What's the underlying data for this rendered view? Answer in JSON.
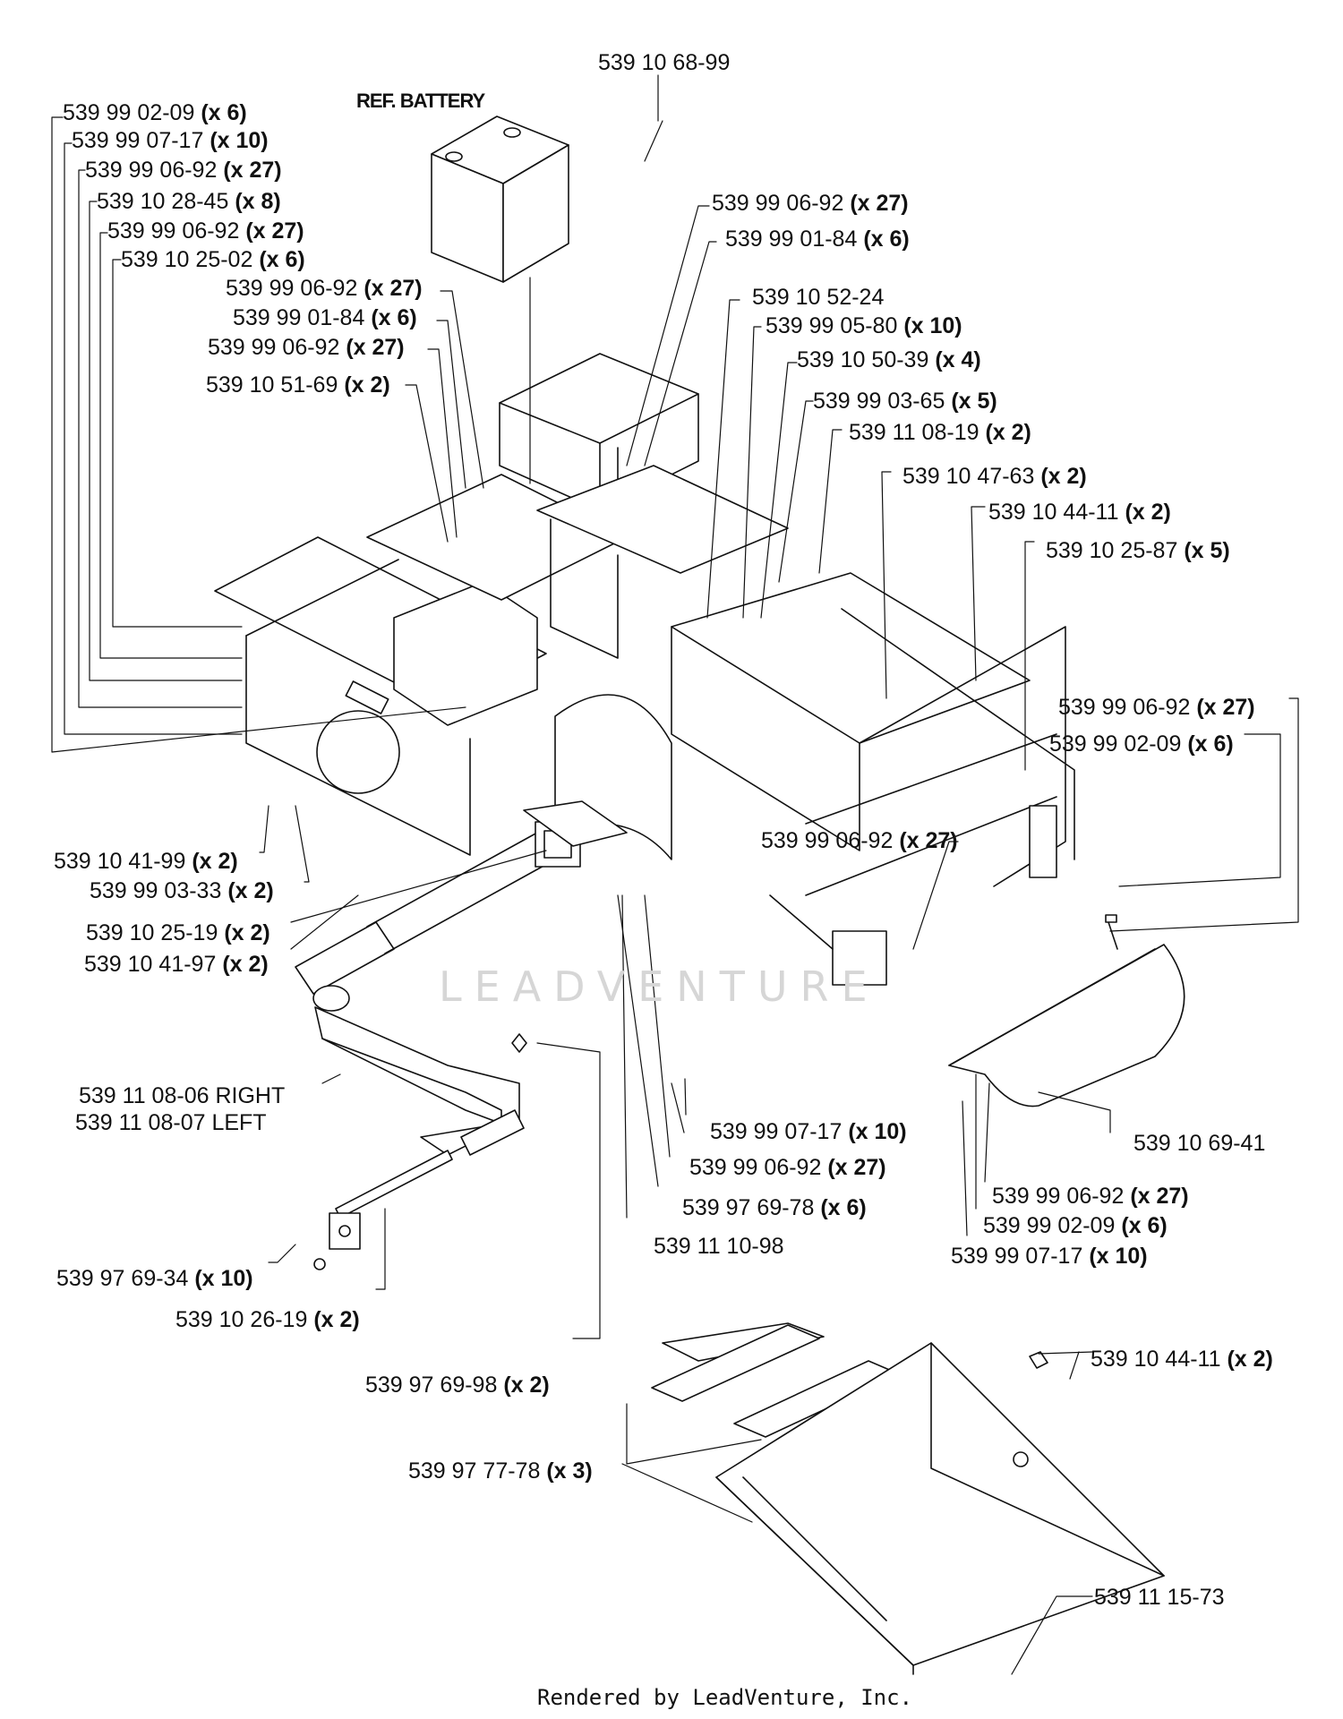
{
  "reference": "REF. BATTERY",
  "watermark": "LEADVENTURE",
  "footer": "Rendered by LeadVenture, Inc.",
  "labels": [
    {
      "num": "539 10 68-99",
      "qty": ""
    },
    {
      "num": "539 99 02-09",
      "qty": "(x 6)"
    },
    {
      "num": "539 99 07-17",
      "qty": "(x 10)"
    },
    {
      "num": "539 99 06-92",
      "qty": "(x 27)"
    },
    {
      "num": "539 10 28-45",
      "qty": "(x 8)"
    },
    {
      "num": "539 99 06-92",
      "qty": "(x 27)"
    },
    {
      "num": "539 10 25-02",
      "qty": "(x 6)"
    },
    {
      "num": "539 99 06-92",
      "qty": "(x 27)"
    },
    {
      "num": "539 99 01-84",
      "qty": "(x 6)"
    },
    {
      "num": "539 99 06-92",
      "qty": "(x 27)"
    },
    {
      "num": "539 10 51-69",
      "qty": "(x 2)"
    },
    {
      "num": "539 99 06-92",
      "qty": "(x 27)"
    },
    {
      "num": "539 99 01-84",
      "qty": "(x 6)"
    },
    {
      "num": "539 10 52-24",
      "qty": ""
    },
    {
      "num": "539 99 05-80",
      "qty": "(x 10)"
    },
    {
      "num": "539 10 50-39",
      "qty": "(x 4)"
    },
    {
      "num": "539 99 03-65",
      "qty": "(x 5)"
    },
    {
      "num": "539 11 08-19",
      "qty": "(x 2)"
    },
    {
      "num": "539 10 47-63",
      "qty": "(x 2)"
    },
    {
      "num": "539 10 44-11",
      "qty": "(x 2)"
    },
    {
      "num": "539 10 25-87",
      "qty": "(x 5)"
    },
    {
      "num": "539 99 06-92",
      "qty": "(x 27)"
    },
    {
      "num": "539 99 02-09",
      "qty": "(x 6)"
    },
    {
      "num": "539 99 06-92",
      "qty": "(x 27)"
    },
    {
      "num": "539 10 41-99",
      "qty": "(x 2)"
    },
    {
      "num": "539 99 03-33",
      "qty": "(x 2)"
    },
    {
      "num": "539 10 25-19",
      "qty": "(x 2)"
    },
    {
      "num": "539 10 41-97",
      "qty": "(x 2)"
    },
    {
      "num": "539 11 08-06 RIGHT",
      "qty": ""
    },
    {
      "num": "539 11 08-07 LEFT",
      "qty": ""
    },
    {
      "num": "539 99 07-17",
      "qty": "(x 10)"
    },
    {
      "num": "539 10 69-41",
      "qty": ""
    },
    {
      "num": "539 99 06-92",
      "qty": "(x 27)"
    },
    {
      "num": "539 99 06-92",
      "qty": "(x 27)"
    },
    {
      "num": "539 97 69-78",
      "qty": "(x 6)"
    },
    {
      "num": "539 99 02-09",
      "qty": "(x 6)"
    },
    {
      "num": "539 11 10-98",
      "qty": ""
    },
    {
      "num": "539 99 07-17",
      "qty": "(x 10)"
    },
    {
      "num": "539 97 69-34",
      "qty": "(x 10)"
    },
    {
      "num": "539 10 26-19",
      "qty": "(x 2)"
    },
    {
      "num": "539 10 44-11",
      "qty": "(x 2)"
    },
    {
      "num": "539 97 69-98",
      "qty": "(x 2)"
    },
    {
      "num": "539 97 77-78",
      "qty": "(x 3)"
    },
    {
      "num": "539 11 15-73",
      "qty": ""
    }
  ]
}
